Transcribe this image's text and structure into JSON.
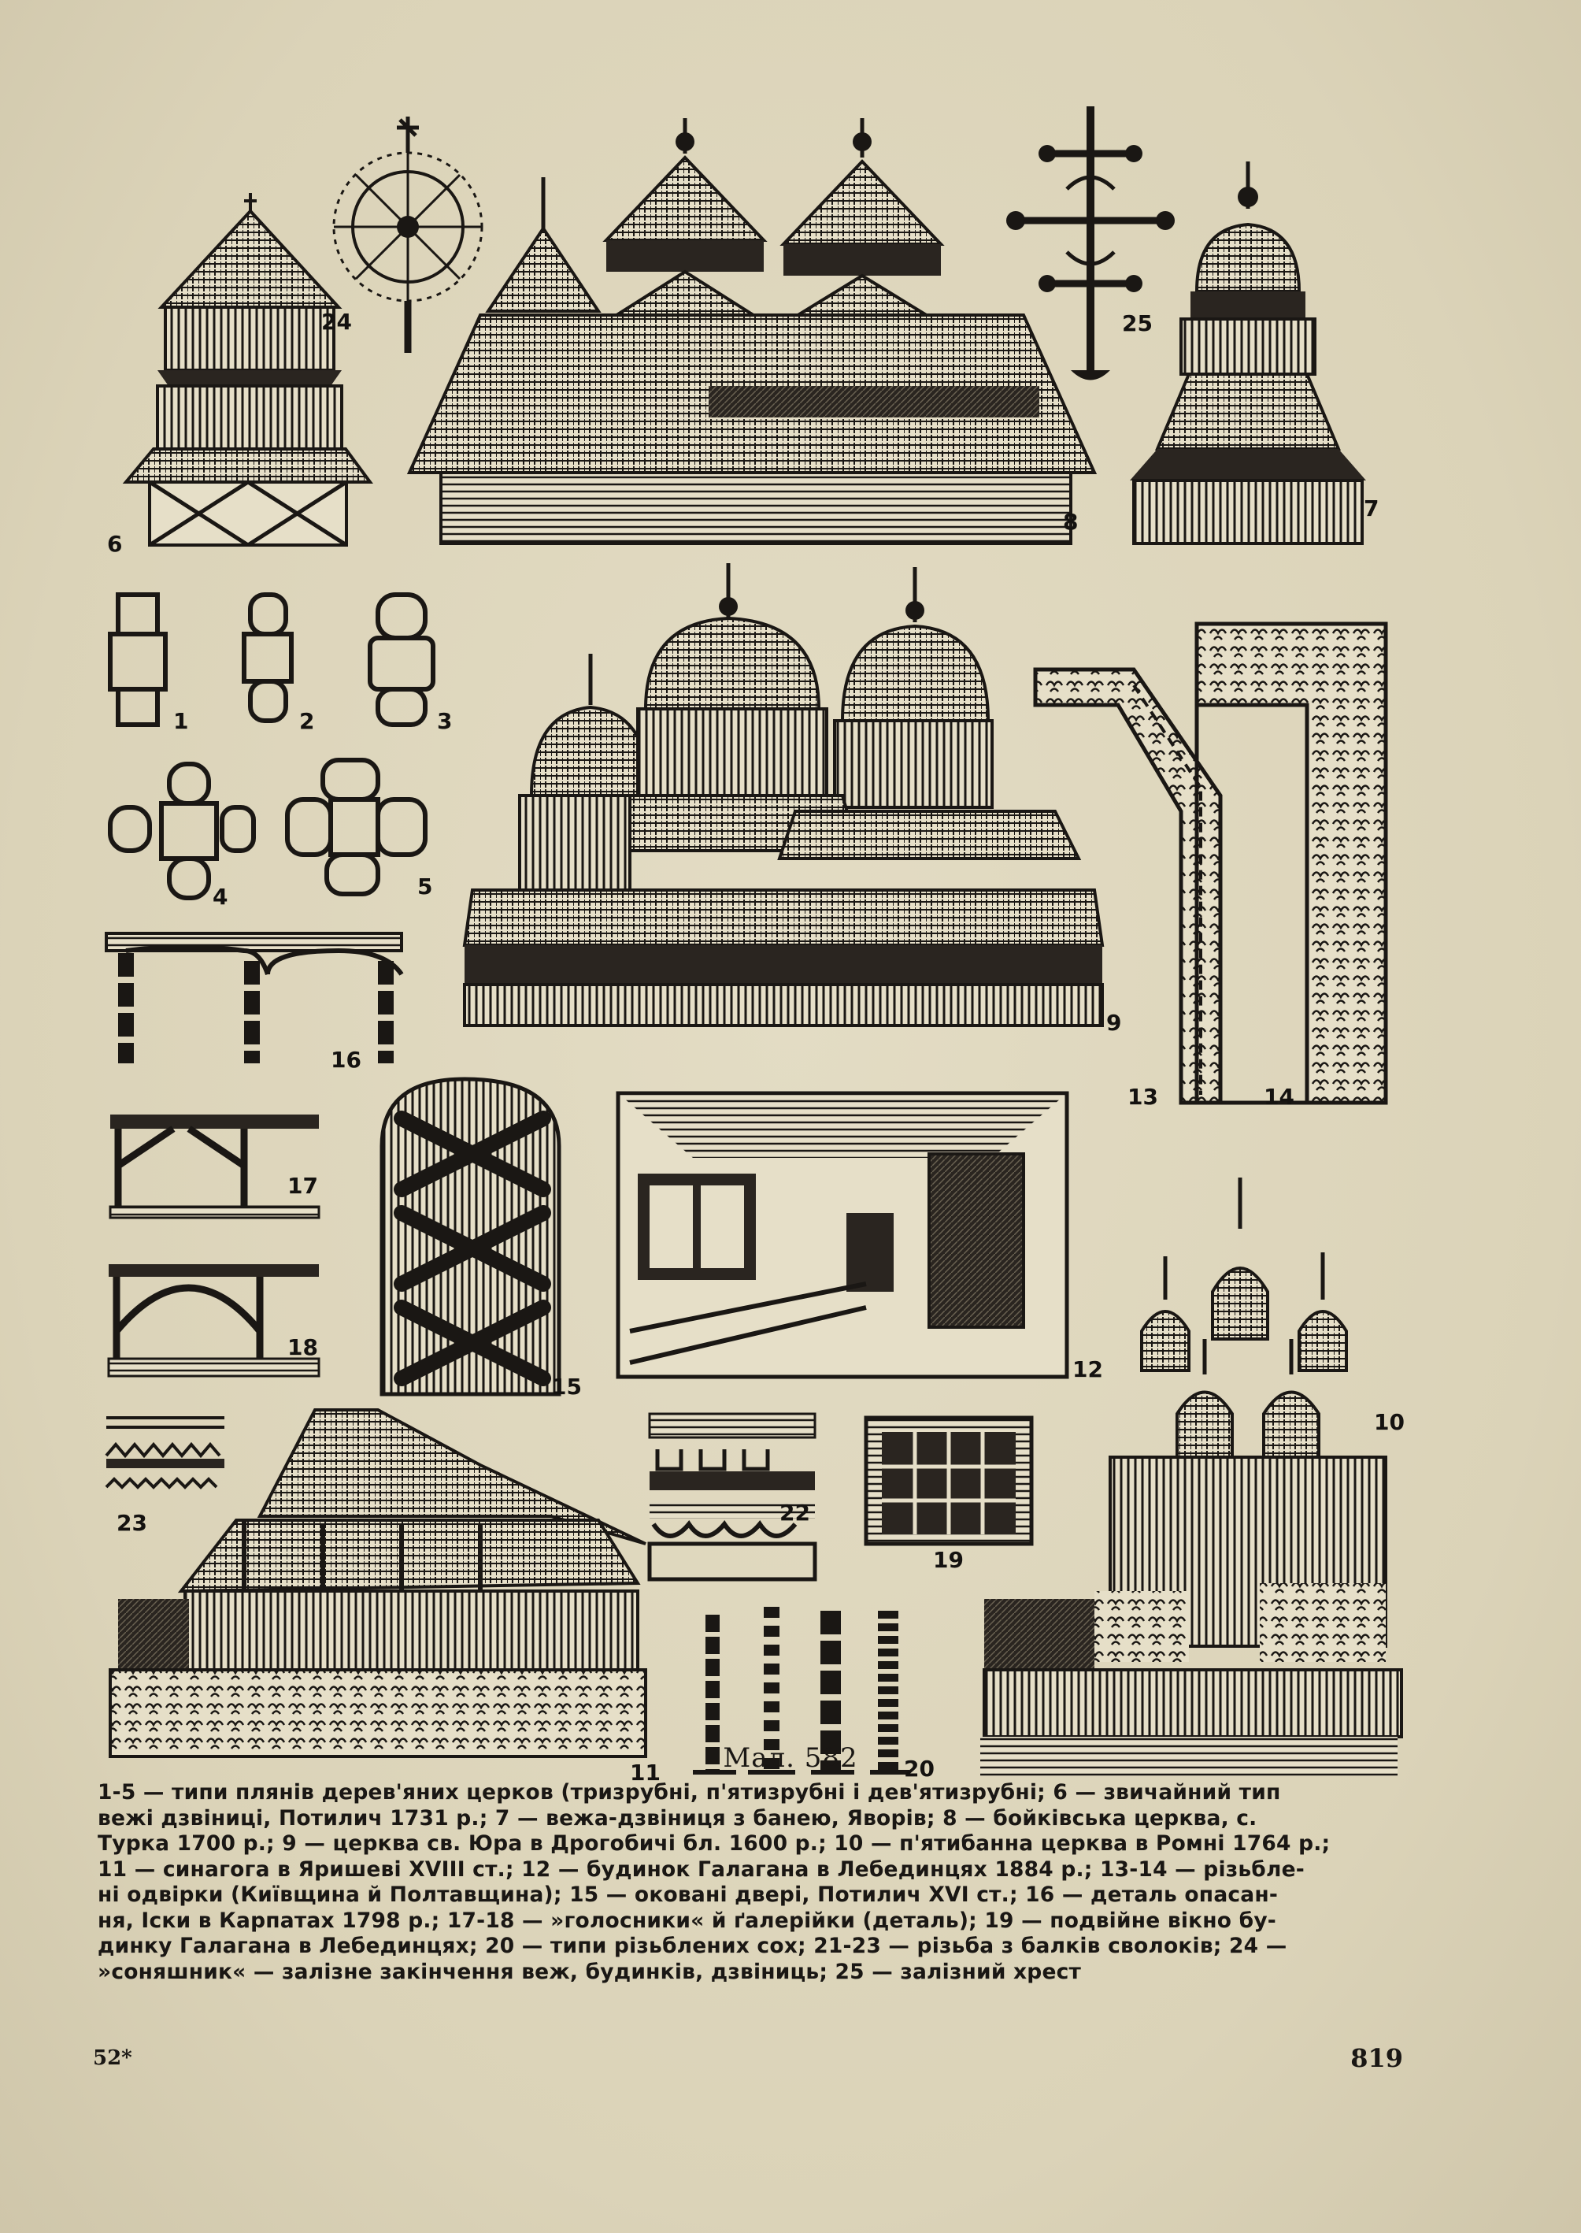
{
  "figure": {
    "title": "Мал. 582",
    "caption_lines": [
      "1-5 — типи плянів дерев'яних церков (тризрубні, п'ятизрубні і дев'ятизрубні; 6 — звичайний тип",
      "вежі дзвіниці, Потилич 1731 р.; 7 — вежа-дзвіниця з банею, Яворів; 8 — бойківська церква, с.",
      "Турка 1700 р.; 9 — церква св. Юра в Дрогобичі бл. 1600 р.; 10 — п'ятибанна церква в Ромні 1764 р.;",
      "11 — синагога в Яришеві XVIII ст.; 12 — будинок Галагана в Лебединцях 1884 р.; 13-14 — різьбле-",
      "ні одвірки (Київщина й Полтавщина); 15 — оковані двері, Потилич XVI ст.; 16 — деталь опасан-",
      "ня, Іски в Карпатах 1798 р.; 17-18 — »голосники« й ґалерійки (деталь); 19 — подвійне вікно бу-",
      "динку Галагана в Лебединцях; 20 — типи різьблених сох; 21-23 — різьба з балків сволоків; 24 —",
      "»соняшник« — залізне закінчення веж, будинків, дзвіниць; 25 — залізний хрест"
    ],
    "item_numbers": [
      "1",
      "2",
      "3",
      "4",
      "5",
      "6",
      "7",
      "8",
      "9",
      "10",
      "11",
      "12",
      "13",
      "14",
      "15",
      "16",
      "17",
      "18",
      "19",
      "20",
      "22",
      "23",
      "24",
      "25"
    ]
  },
  "footer": {
    "signature_mark": "52*",
    "page_number": "819"
  }
}
